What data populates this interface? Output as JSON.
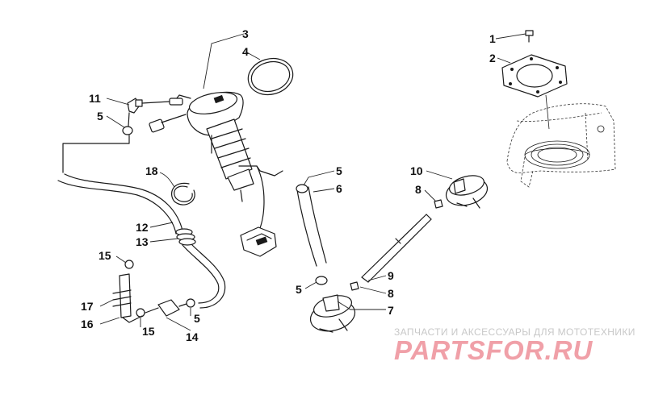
{
  "callouts": {
    "c1": "1",
    "c2": "2",
    "c3": "3",
    "c4": "4",
    "c5a": "5",
    "c5b": "5",
    "c5c": "5",
    "c5d": "5",
    "c6": "6",
    "c7": "7",
    "c8a": "8",
    "c8b": "8",
    "c9": "9",
    "c10": "10",
    "c11": "11",
    "c12": "12",
    "c13": "13",
    "c14": "14",
    "c15a": "15",
    "c15b": "15",
    "c16": "16",
    "c17": "17",
    "c18": "18"
  },
  "watermark": {
    "tagline": "ЗАПЧАСТИ И АКСЕССУАРЫ ДЛЯ МОТОТЕХНИКИ",
    "logo": "PARTSFOR.RU"
  },
  "colors": {
    "line": "#1a1a1a",
    "watermark_text": "#c8c8c8",
    "watermark_logo": "#f0a0a8"
  }
}
